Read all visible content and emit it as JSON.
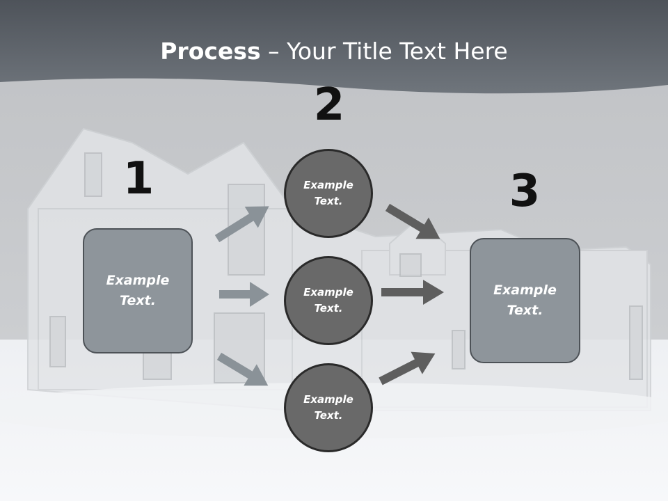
{
  "title": {
    "bold": "Process",
    "rest": " – Your Title Text Here"
  },
  "steps": [
    {
      "number": "1",
      "line1": "Example",
      "line2": "Text."
    },
    {
      "number": "2",
      "circles": [
        {
          "line1": "Example",
          "line2": "Text."
        },
        {
          "line1": "Example",
          "line2": "Text."
        },
        {
          "line1": "Example",
          "line2": "Text."
        }
      ]
    },
    {
      "number": "3",
      "line1": "Example",
      "line2": "Text."
    }
  ],
  "colors": {
    "header": "#5d6269",
    "box_fill": "#8e959b",
    "circle_fill": "#696969",
    "arrow_light": "#8a9298",
    "arrow_dark": "#5e5e5e"
  }
}
